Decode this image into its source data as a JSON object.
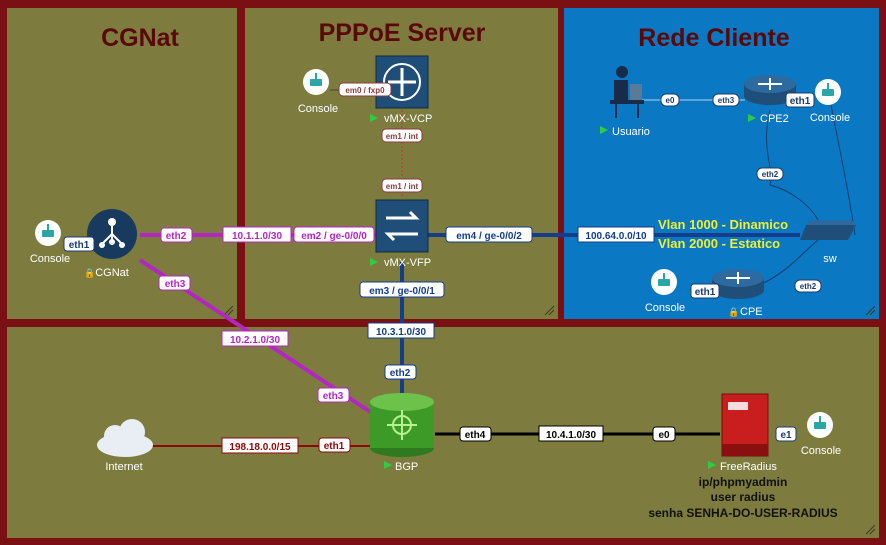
{
  "zones": {
    "cgnat": "CGNat",
    "pppoe": "PPPoE Server",
    "client": "Rede Cliente"
  },
  "nodes": {
    "cgnat": "CGNat",
    "vcp": "vMX-VCP",
    "vfp": "vMX-VFP",
    "usuario": "Usuario",
    "cpe2": "CPE2",
    "sw": "sw",
    "cpe": "CPE",
    "bgp": "BGP",
    "internet": "Internet",
    "freeradius": "FreeRadius",
    "console": "Console"
  },
  "interfaces": {
    "cgnat_eth1": "eth1",
    "cgnat_eth2": "eth2",
    "cgnat_eth3": "eth3",
    "vfp_em2": "em2 / ge-0/0/0",
    "vfp_em4": "em4 / ge-0/0/2",
    "vfp_em3": "em3 / ge-0/0/1",
    "vfp_em1": "em1 / int",
    "vcp_em1": "em1 / int",
    "vcp_em0": "em0 / fxp0",
    "usuario_e0": "e0",
    "cpe2_eth3": "eth3",
    "cpe2_eth1": "eth1",
    "cpe2_eth2": "eth2",
    "cpe_eth1": "eth1",
    "cpe_eth2": "eth2",
    "bgp_eth2": "eth2",
    "bgp_eth3": "eth3",
    "bgp_eth1": "eth1",
    "bgp_eth4": "eth4",
    "fr_e0": "e0",
    "fr_e1": "e1"
  },
  "networks": {
    "n1": "10.1.1.0/30",
    "n2": "10.2.1.0/30",
    "n3": "10.3.1.0/30",
    "n4": "10.4.1.0/30",
    "n5": "198.18.0.0/15",
    "n6": "100.64.0.0/10"
  },
  "vlans": {
    "v1000": "Vlan 1000 - Dinamico",
    "v2000": "Vlan 2000 - Estatico"
  },
  "notes": {
    "line1": "ip/phpmyadmin",
    "line2": "user radius",
    "line3": "senha SENHA-DO-USER-RADIUS"
  },
  "colors": {
    "olive": "#7d7c3e",
    "blue_zone": "#0a78c2",
    "border": "#7a0f14",
    "purple": "#b326c4",
    "navy": "#143d8c",
    "dark_red": "#8b0a0a",
    "black": "#000000"
  }
}
